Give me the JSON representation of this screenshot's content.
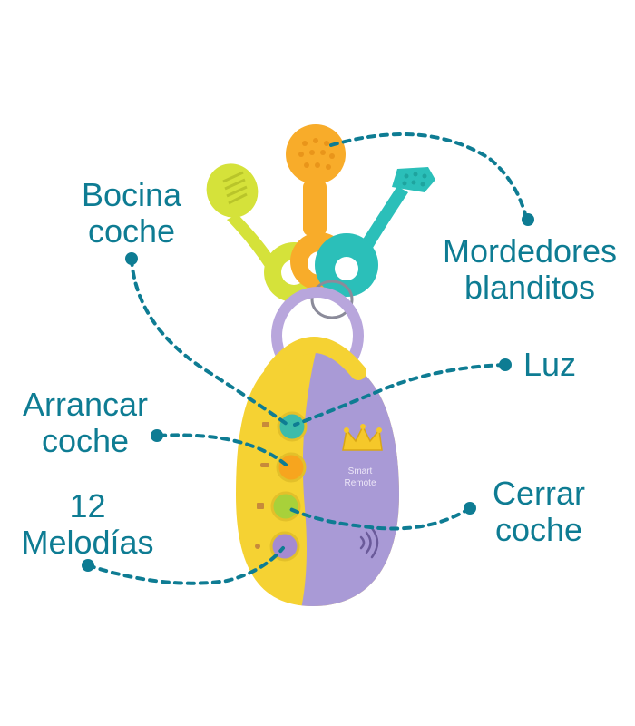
{
  "colors": {
    "callout": "#0e7c93",
    "remote_yellow": "#f5d233",
    "remote_purple": "#a99ad6",
    "key_lime": "#d5e23a",
    "key_orange": "#f8ac2a",
    "key_teal": "#2bbfb9",
    "ring_purple": "#b8a6dc"
  },
  "callouts": {
    "bocina": {
      "line1": "Bocina",
      "line2": "coche"
    },
    "mordedores": {
      "line1": "Mordedores",
      "line2": "blanditos"
    },
    "luz": {
      "line1": "Luz"
    },
    "arrancar": {
      "line1": "Arrancar",
      "line2": "coche"
    },
    "melodias": {
      "line1": "12",
      "line2": "Melodías"
    },
    "cerrar": {
      "line1": "Cerrar",
      "line2": "coche"
    }
  },
  "device": {
    "brand_line1": "Smart",
    "brand_line2": "Remote",
    "crown_icon": "crown-icon",
    "buttons": [
      {
        "name": "light",
        "color": "#3dbcaa"
      },
      {
        "name": "start",
        "color": "#f7a51e"
      },
      {
        "name": "lock",
        "color": "#a8d13a"
      },
      {
        "name": "music",
        "color": "#a58ad0"
      }
    ]
  }
}
